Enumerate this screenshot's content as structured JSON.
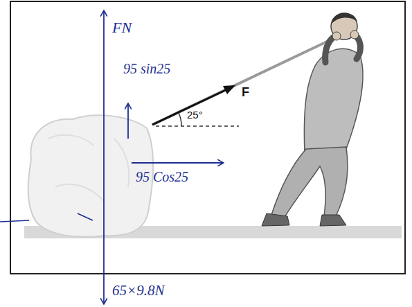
{
  "diagram": {
    "labels": [
      "FN",
      "95 sin25",
      "F",
      "25°",
      "95 Cos25",
      "65×9.8N"
    ]
  }
}
